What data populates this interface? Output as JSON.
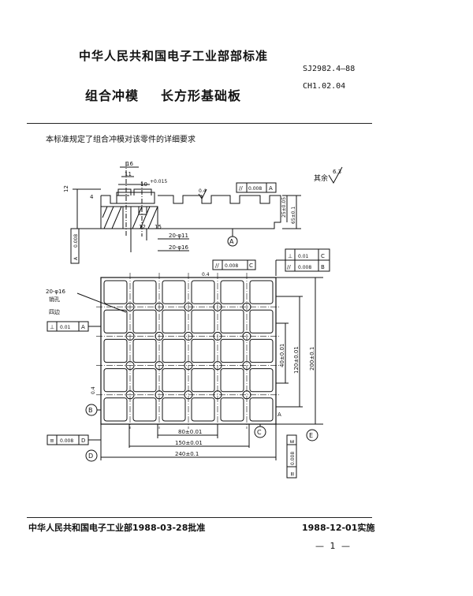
{
  "header": {
    "org_standard": "中华人民共和国电子工业部部标准",
    "standard_code": "SJ2982.4—88",
    "title_part1": "组合冲模",
    "title_part2": "长方形基础板",
    "class_code": "CH1.02.04"
  },
  "intro": "本标准规定了组合冲模对该零件的详细要求",
  "drawing": {
    "roughness_note": "其余",
    "roughness_value": "6.3",
    "section_dims": {
      "d16": "16",
      "d11": "11",
      "d10": "10",
      "tol_10": "+0.015",
      "d12_left": "12",
      "d15": "15",
      "d12": "12",
      "d4": "4",
      "d20_11": "20-φ11",
      "d20_16": "20-φ16",
      "ra04": "0.4",
      "h25": "25±0.05",
      "h65": "65±0.1",
      "tol_08a": "0.008",
      "tol_08a_ref": "A"
    },
    "frames": {
      "parallel_top": {
        "symbol": "//",
        "value": "0.008",
        "ref": "A"
      },
      "parallel_mid": {
        "symbol": "//",
        "value": "0.008",
        "ref": "C"
      },
      "perp_c": {
        "symbol": "⊥",
        "value": "0.01",
        "ref": "C"
      },
      "parallel_b": {
        "symbol": "//",
        "value": "0.008",
        "ref": "B"
      },
      "perp_a": {
        "symbol": "⊥",
        "value": "0.01",
        "ref": "A"
      },
      "flat_d": {
        "symbol": "≡",
        "value": "0.008",
        "ref": "D"
      },
      "flat_e": {
        "symbol": "≡",
        "value": "0.008",
        "ref": "E"
      }
    },
    "datums": {
      "a": "A",
      "b": "B",
      "c": "C",
      "d": "D",
      "e": "E"
    },
    "plan_labels": {
      "holes_count": "20-φ16",
      "holes_note": "销孔",
      "four_sides": "四边",
      "ra_top": "0.4",
      "ra_left": "0.4",
      "dim_80": "80±0.01",
      "dim_150": "150±0.01",
      "dim_240": "240±0.1",
      "dim_40": "40±0.01",
      "dim_120": "120±0.01",
      "dim_200": "200±0.1",
      "a_mark": "A"
    }
  },
  "footer": {
    "issuer": "中华人民共和国电子工业部1988-03-28批准",
    "effective": "1988-12-01实施",
    "page": "— 1 —"
  },
  "colors": {
    "ink": "#111111",
    "paper": "#ffffff"
  }
}
